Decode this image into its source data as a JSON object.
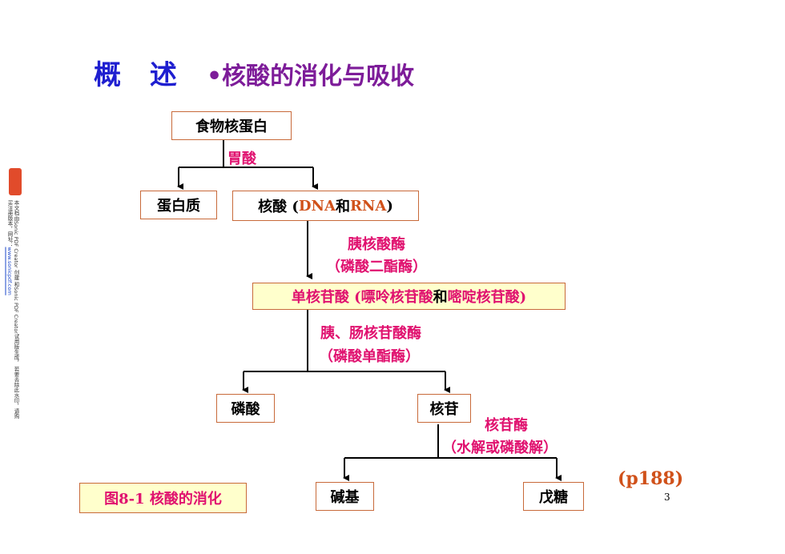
{
  "title": {
    "main": "概 述",
    "sub": "•核酸的消化与吸收"
  },
  "watermark": {
    "text_line1": "本文档由Sonic PDF Creator 创建 和Sonic PDF Creator试用版生成，",
    "text_line2": "若要去除此水印，请购买注册版本，网址：",
    "link": "www.sonicpdf.com"
  },
  "flow": {
    "food_nucleoprotein": "食物核蛋白",
    "gastric_acid": "胃酸",
    "protein": "蛋白质",
    "nucleic_acid": {
      "prefix": "核酸 (",
      "dna": "DNA",
      "and": "和",
      "rna": "RNA",
      "suffix": ")"
    },
    "enzyme1_line1": "胰核酸酶",
    "enzyme1_line2": "（磷酸二酯酶）",
    "mononucleotide": {
      "prefix": "单核苷酸 (嘌呤核苷酸",
      "and": "和",
      "suffix": "嘧啶核苷酸)"
    },
    "enzyme2_line1": "胰、肠核苷酸酶",
    "enzyme2_line2": "（磷酸单酯酶）",
    "phosphate": "磷酸",
    "nucleoside": "核苷",
    "enzyme3_line1": "核苷酶",
    "enzyme3_line2": "（水解或磷酸解）",
    "base": "碱基",
    "pentose": "戊糖"
  },
  "figure_caption": "图8-1  核酸的消化",
  "reference": "(p188)",
  "page_number": "3"
}
